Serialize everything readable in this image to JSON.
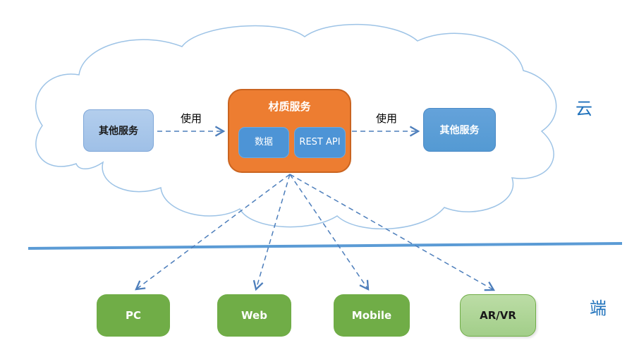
{
  "diagram": {
    "zones": {
      "cloud_label": "云",
      "client_label": "端"
    },
    "cloud": {
      "left_service": "其他服务",
      "center": {
        "title": "材质服务",
        "data_box": "数据",
        "api_box": "REST API"
      },
      "right_service": "其他服务"
    },
    "arrows": [
      {
        "label": "使用"
      },
      {
        "label": "使用"
      }
    ],
    "clients": [
      {
        "label": "PC"
      },
      {
        "label": "Web"
      },
      {
        "label": "Mobile"
      },
      {
        "label": "AR/VR"
      }
    ],
    "colors": {
      "accent_orange": "#ED7D31",
      "accent_blue": "#5B9BD5",
      "light_blue_fill": "#A8C8E8",
      "green": "#70AD47",
      "light_green": "#A9D18E",
      "zone_label_blue": "#2072BC",
      "cloud_outline": "#9DC3E6",
      "arrow_blue": "#4D7EBB"
    }
  }
}
